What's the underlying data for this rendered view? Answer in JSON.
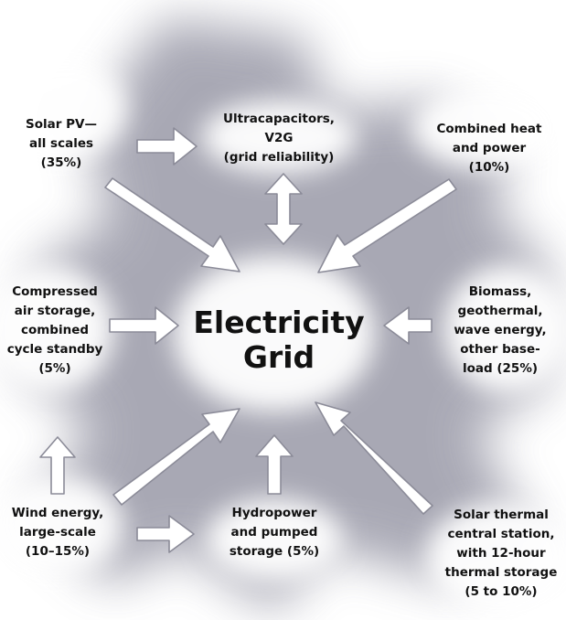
{
  "center": {
    "line1": "Electricity",
    "line2": "Grid"
  },
  "labels": {
    "solar_pv": [
      "Solar PV—",
      "all scales",
      "(35%)"
    ],
    "ultracapacitors": [
      "Ultracapacitors,",
      "V2G",
      "(grid reliability)"
    ],
    "combined_heat": [
      "Combined heat",
      "and power",
      "(10%)"
    ],
    "compressed_air": [
      "Compressed",
      "air storage,",
      "combined",
      "cycle standby",
      "(5%)"
    ],
    "biomass": [
      "Biomass,",
      "geothermal,",
      "wave energy,",
      "other base-",
      "load (25%)"
    ],
    "wind": [
      "Wind energy,",
      "large-scale",
      "(10–15%)"
    ],
    "hydro": [
      "Hydropower",
      "and pumped",
      "storage (5%)"
    ],
    "solar_thermal": [
      "Solar thermal",
      "central station,",
      "with 12-hour",
      "thermal storage",
      "(5 to 10%)"
    ]
  },
  "colors": {
    "haze": "#8c8c9c",
    "arrow_outline": "#8b8b98",
    "arrow_fill": "#ffffff",
    "text": "#111111"
  }
}
